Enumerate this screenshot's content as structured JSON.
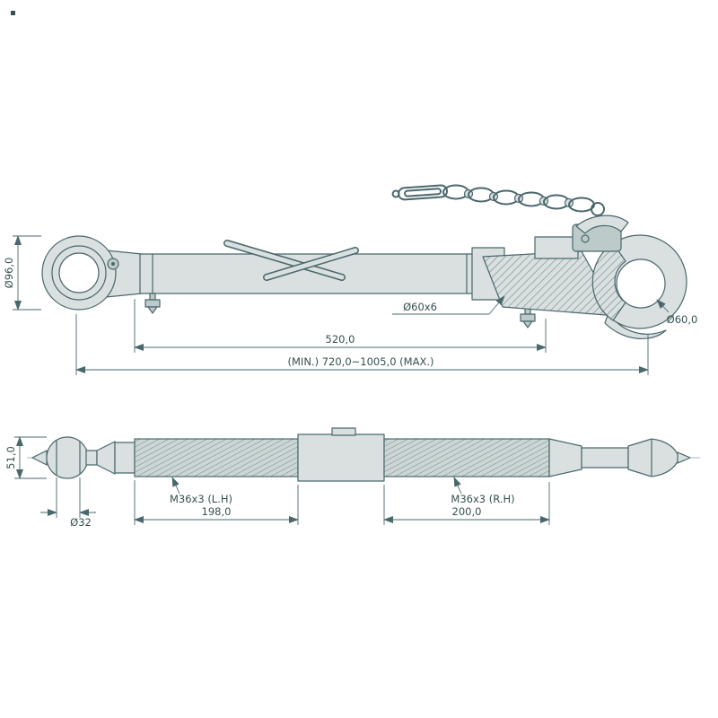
{
  "meta": {
    "title": "Tractor top link assembly - dimensioned technical drawing"
  },
  "colors": {
    "line": "#4a676c",
    "fill": "#d9e0df",
    "fill_dark": "#bccaca",
    "text": "#35504f",
    "background": "#ffffff"
  },
  "top_view": {
    "labels": {
      "eye_diameter": "Ø96,0",
      "tube_spec": "Ø60x6",
      "body_length": "520,0",
      "overall_length": "(MIN.) 720,0~1005,0 (MAX.)",
      "hook_hole_diameter": "Ø60,0"
    }
  },
  "bottom_view": {
    "labels": {
      "ball_height": "51,0",
      "ball_diameter": "Ø32",
      "left_thread": "M36x3 (L.H)",
      "left_thread_length": "198,0",
      "right_thread": "M36x3 (R.H)",
      "right_thread_length": "200,0"
    }
  }
}
